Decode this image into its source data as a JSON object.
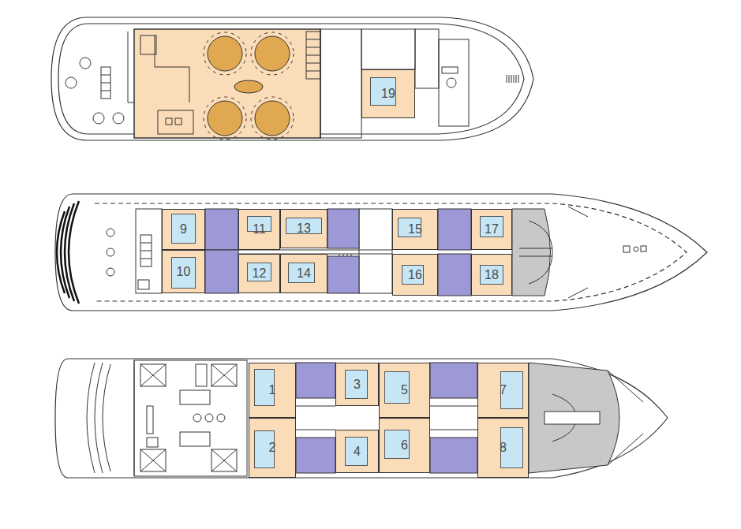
{
  "diagram": {
    "nodes": [
      {
        "text": [
          "19"
        ]
      },
      {
        "text": [
          "9"
        ]
      },
      {
        "text": [
          "11"
        ]
      },
      {
        "text": [
          "13"
        ]
      },
      {
        "text": [
          "15"
        ]
      },
      {
        "text": [
          "17"
        ]
      },
      {
        "text": [
          "10"
        ]
      },
      {
        "text": [
          "12"
        ]
      },
      {
        "text": [
          "14"
        ]
      },
      {
        "text": [
          "16"
        ]
      },
      {
        "text": [
          "18"
        ]
      },
      {
        "text": [
          "1"
        ]
      },
      {
        "text": [
          "3"
        ]
      },
      {
        "text": [
          "5"
        ]
      },
      {
        "text": [
          "7"
        ]
      },
      {
        "text": [
          "2"
        ]
      },
      {
        "text": [
          "4"
        ]
      },
      {
        "text": [
          "6"
        ]
      },
      {
        "text": [
          "8"
        ]
      }
    ]
  }
}
